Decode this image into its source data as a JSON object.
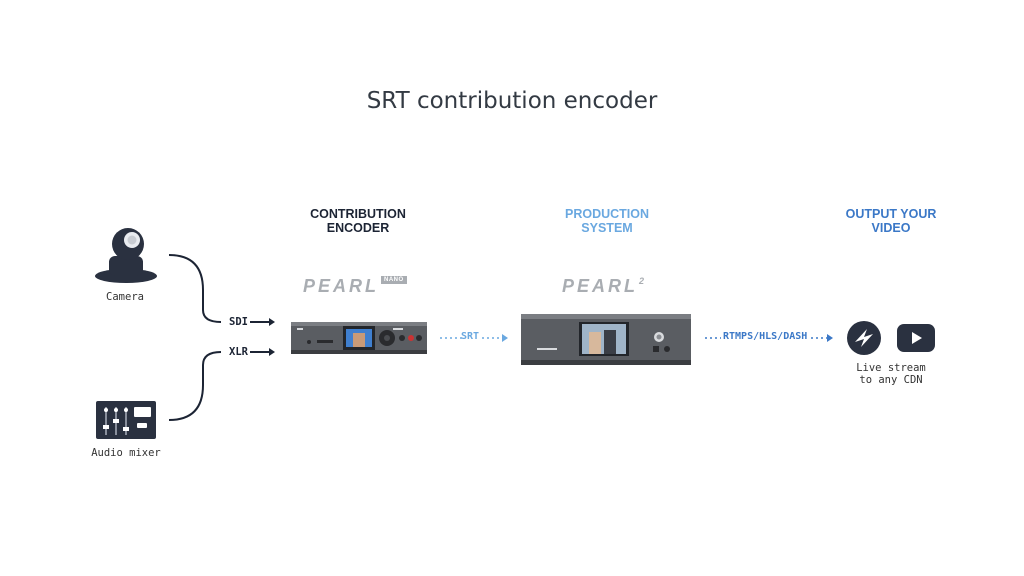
{
  "title": "SRT contribution encoder",
  "columns": {
    "contribution": {
      "line1": "CONTRIBUTION",
      "line2": "ENCODER",
      "color": "#1c2434"
    },
    "production": {
      "line1": "PRODUCTION",
      "line2": "SYSTEM",
      "color": "#6aa8e0"
    },
    "output": {
      "line1": "OUTPUT YOUR",
      "line2": "VIDEO",
      "color": "#3b78c7"
    }
  },
  "sources": {
    "camera": "Camera",
    "audio_mixer": "Audio mixer"
  },
  "ports": {
    "sdi": "SDI",
    "xlr": "XLR"
  },
  "devices": {
    "nano_wordmark": "PEARL",
    "nano_tag": "NANO",
    "pearl2_wordmark": "PEARL",
    "pearl2_sup": "2"
  },
  "flows": {
    "srt": "SRT",
    "rtmps": "RTMPS/HLS/DASH"
  },
  "output_caption": {
    "line1": "Live stream",
    "line2": "to any CDN"
  },
  "colors": {
    "dark": "#1c2434",
    "light_blue": "#6aa8e0",
    "blue": "#3b78c7",
    "device_grey": "#5a5d62"
  },
  "icons": [
    "camera-icon",
    "audio-mixer-icon",
    "cdn-logo-icon",
    "youtube-icon"
  ]
}
